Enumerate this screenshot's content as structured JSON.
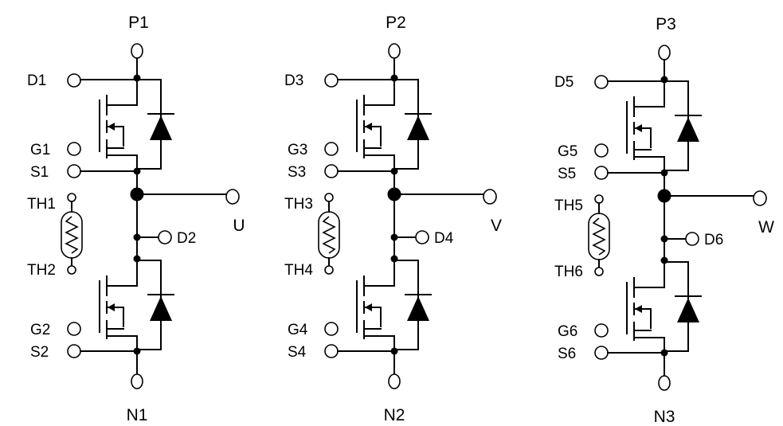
{
  "phases": [
    {
      "top": "P1",
      "bottom": "N1",
      "output": "U",
      "d_high": "D1",
      "g_high": "G1",
      "s_high": "S1",
      "th_top": "TH1",
      "th_bottom": "TH2",
      "d_low": "D2",
      "g_low": "G2",
      "s_low": "S2"
    },
    {
      "top": "P2",
      "bottom": "N2",
      "output": "V",
      "d_high": "D3",
      "g_high": "G3",
      "s_high": "S3",
      "th_top": "TH3",
      "th_bottom": "TH4",
      "d_low": "D4",
      "g_low": "G4",
      "s_low": "S4"
    },
    {
      "top": "P3",
      "bottom": "N3",
      "output": "W",
      "d_high": "D5",
      "g_high": "G5",
      "s_high": "S5",
      "th_top": "TH5",
      "th_bottom": "TH6",
      "d_low": "D6",
      "g_low": "G6",
      "s_low": "S6"
    }
  ]
}
